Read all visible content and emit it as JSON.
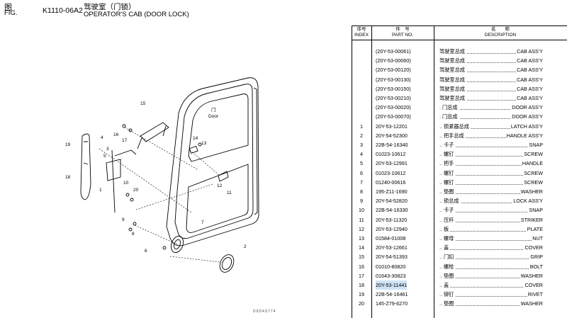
{
  "header": {
    "fig_label_cn": "图",
    "fig_label_en": "FIG.",
    "figure_code": "K1110-06A2",
    "title_cn": "驾驶室（门锁）",
    "title_en": "OPERATOR'S CAB (DOOR LOCK)"
  },
  "diagram": {
    "door_label_cn": "门",
    "door_label_en": "Door",
    "image_number": "D0D4S774",
    "callouts": [
      "15",
      "16",
      "17",
      "19",
      "4",
      "18",
      "14",
      "13",
      "3",
      "5",
      "1",
      "10",
      "20",
      "12",
      "11",
      "2",
      "7",
      "9",
      "8",
      "6"
    ]
  },
  "table": {
    "headers": {
      "index_cn": "序号",
      "index_en": "INDEX",
      "part_cn": "件　号",
      "part_en": "PART NO.",
      "desc_cn": "名　　称",
      "desc_en": "DESCRIPTION"
    },
    "rows": [
      {
        "index": "",
        "part_no": "(20Y-53-00061)",
        "desc_cn": "驾驶室总成",
        "desc_en": "CAB ASS'Y"
      },
      {
        "index": "",
        "part_no": "(20Y-53-00060)",
        "desc_cn": "驾驶室总成",
        "desc_en": "CAB ASS'Y"
      },
      {
        "index": "",
        "part_no": "(20Y-53-00120)",
        "desc_cn": "驾驶室总成",
        "desc_en": "CAB ASS'Y"
      },
      {
        "index": "",
        "part_no": "(20Y-53-00130)",
        "desc_cn": "驾驶室总成",
        "desc_en": "CAB ASS'Y"
      },
      {
        "index": "",
        "part_no": "(20Y-53-00150)",
        "desc_cn": "驾驶室总成",
        "desc_en": "CAB ASS'Y"
      },
      {
        "index": "",
        "part_no": "(20Y-53-00210)",
        "desc_cn": "驾驶室总成",
        "desc_en": "CAB ASS'Y"
      },
      {
        "index": "",
        "part_no": "(20Y-53-00020)",
        "desc_cn": ". 门总成",
        "desc_en": "DOOR ASS'Y"
      },
      {
        "index": "",
        "part_no": "(20Y-53-00070)",
        "desc_cn": ". 门总成",
        "desc_en": "DOOR ASS'Y"
      },
      {
        "index": "1",
        "part_no": "20Y-53-12201",
        "desc_cn": ".. 锁紧器总成",
        "desc_en": "LATCH ASS'Y"
      },
      {
        "index": "2",
        "part_no": "20Y-54-52300",
        "desc_cn": ".. 把手总成",
        "desc_en": "HANDLE ASS'Y"
      },
      {
        "index": "3",
        "part_no": "22B-54-16340",
        "desc_cn": ".. 卡子",
        "desc_en": "SNAP"
      },
      {
        "index": "4",
        "part_no": "01023-10612",
        "desc_cn": ".. 螺钉",
        "desc_en": "SCREW"
      },
      {
        "index": "5",
        "part_no": "20Y-53-12991",
        "desc_cn": ".. 把手",
        "desc_en": "HANDLE"
      },
      {
        "index": "6",
        "part_no": "01023-10612",
        "desc_cn": ".. 螺钉",
        "desc_en": "SCREW"
      },
      {
        "index": "7",
        "part_no": "01240-00616",
        "desc_cn": ".. 螺钉",
        "desc_en": "SCREW"
      },
      {
        "index": "8",
        "part_no": "195-Z11-1690",
        "desc_cn": ".. 垫圈",
        "desc_en": "WASHER"
      },
      {
        "index": "9",
        "part_no": "20Y-54-52820",
        "desc_cn": ".. 锁总成",
        "desc_en": "LOCK ASS'Y"
      },
      {
        "index": "10",
        "part_no": "22B-54-16330",
        "desc_cn": ".. 卡子",
        "desc_en": "SNAP"
      },
      {
        "index": "11",
        "part_no": "20Y-53-11320",
        "desc_cn": ".. 压杆",
        "desc_en": "STRIKER"
      },
      {
        "index": "12",
        "part_no": "20Y-53-12940",
        "desc_cn": ".. 板",
        "desc_en": "PLATE"
      },
      {
        "index": "13",
        "part_no": "01584-01008",
        "desc_cn": ".. 螺母",
        "desc_en": "NUT"
      },
      {
        "index": "14",
        "part_no": "20Y-53-12661",
        "desc_cn": ".. 盖",
        "desc_en": "COVER"
      },
      {
        "index": "15",
        "part_no": "20Y-54-51393",
        "desc_cn": ".. 门扣",
        "desc_en": "GRIP"
      },
      {
        "index": "16",
        "part_no": "01010-80820",
        "desc_cn": ".. 螺栓",
        "desc_en": "BOLT"
      },
      {
        "index": "17",
        "part_no": "01643-30823",
        "desc_cn": ".. 垫圈",
        "desc_en": "WASHER"
      },
      {
        "index": "18",
        "part_no": "20Y-53-11441",
        "desc_cn": ".. 盖",
        "desc_en": "COVER",
        "highlighted": true
      },
      {
        "index": "19",
        "part_no": "22B-54-16461",
        "desc_cn": ".. 铆钉",
        "desc_en": "RIVET"
      },
      {
        "index": "20",
        "part_no": "145-Z79-6270",
        "desc_cn": ".. 垫圈",
        "desc_en": "WASHER"
      }
    ]
  },
  "colors": {
    "highlight": "#cfe3f7",
    "line": "#000000"
  }
}
